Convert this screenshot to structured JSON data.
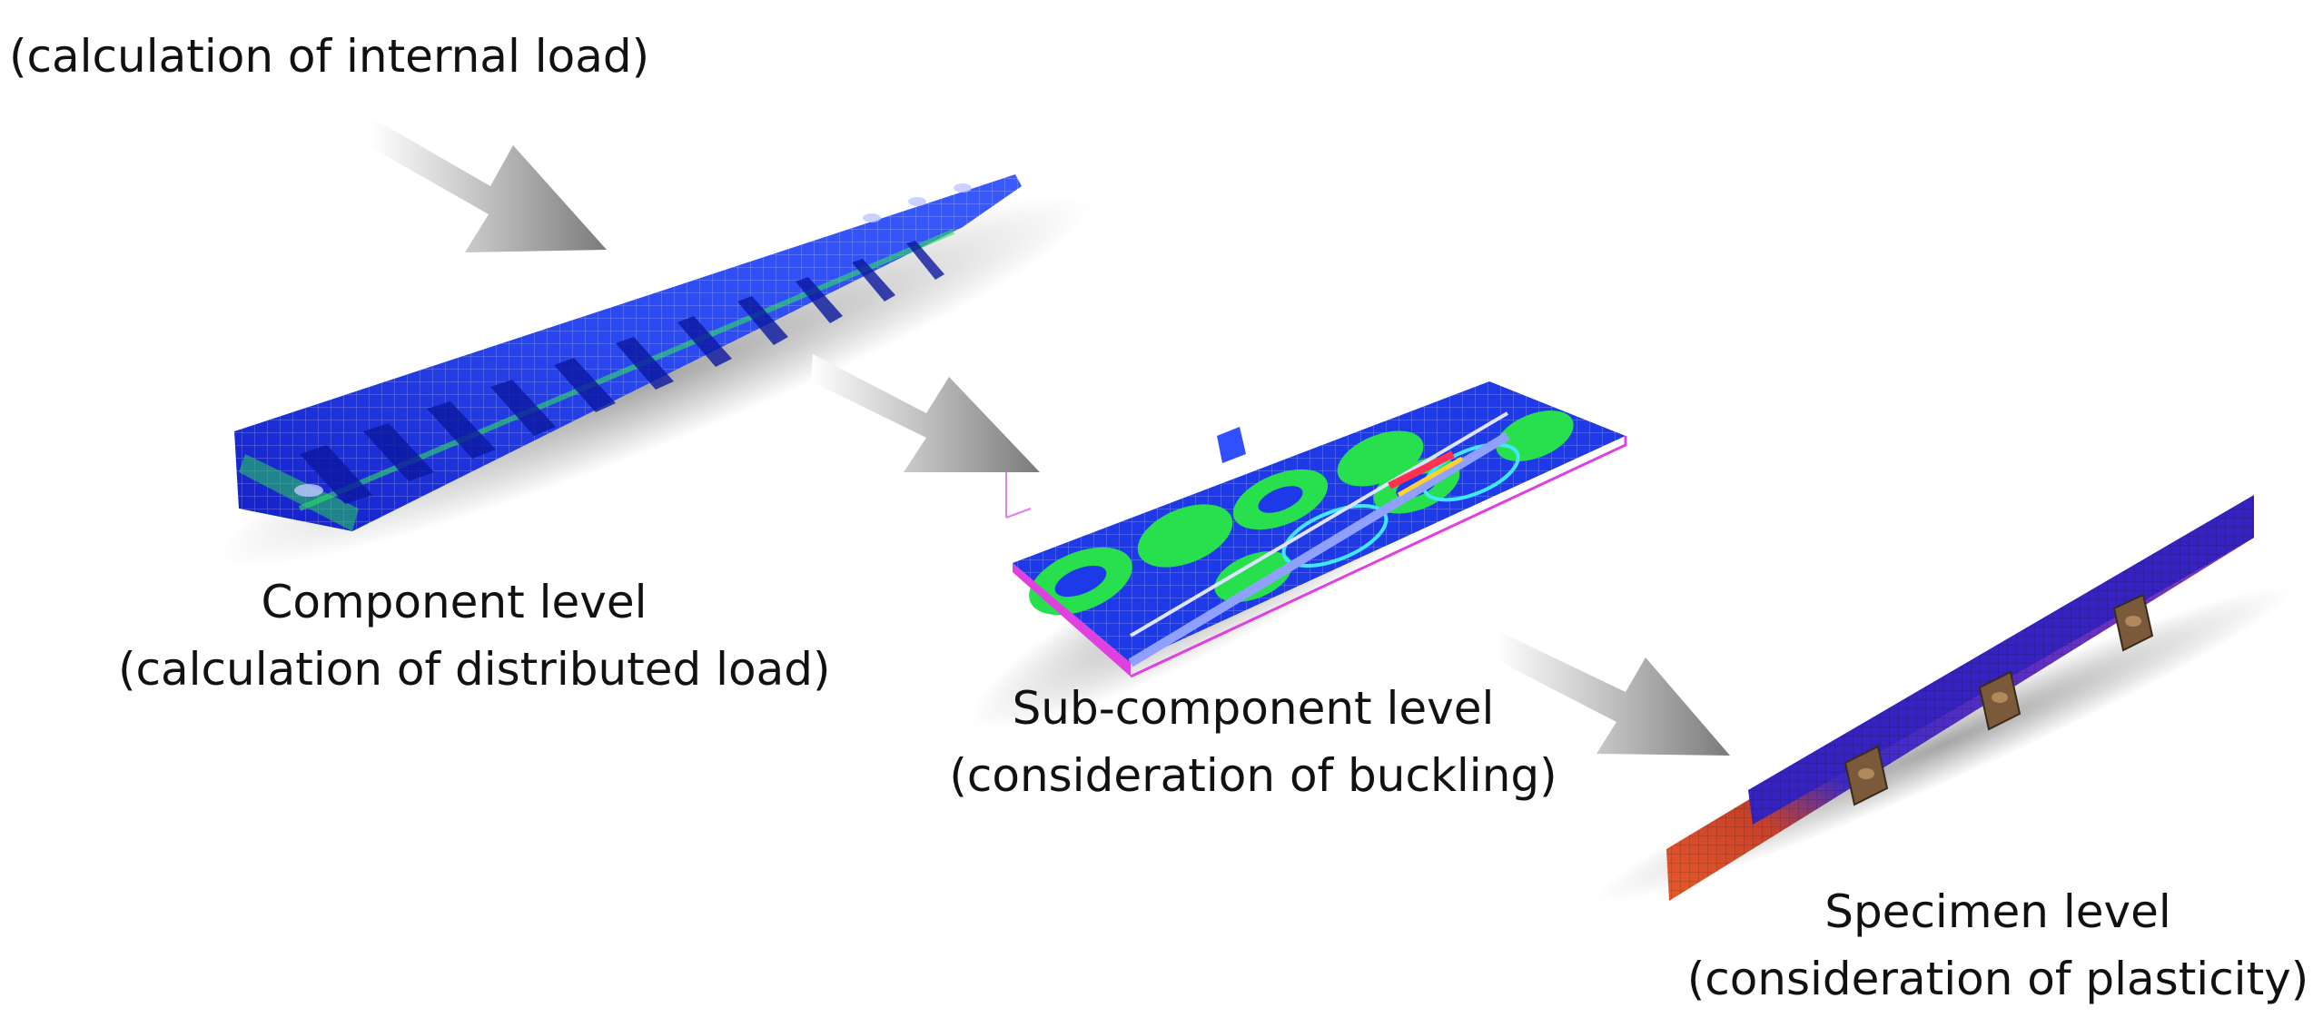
{
  "labels": {
    "top_line": "(calculation of internal load)",
    "component": {
      "title": "Component level",
      "subtitle": "(calculation of distributed load)"
    },
    "subcomponent": {
      "title": "Sub-component level",
      "subtitle": "(consideration of buckling)"
    },
    "specimen": {
      "title": "Specimen level",
      "subtitle": "(consideration of plasticity)"
    }
  },
  "colors": {
    "mesh_blue": "#1a36e0",
    "mesh_green": "#22d85a",
    "mesh_cyan": "#30e0ff",
    "mesh_magenta": "#e040e0",
    "specimen_purple": "#5a2ac0",
    "specimen_red": "#e0502a",
    "arrow_gray": "#8a8a8a"
  }
}
